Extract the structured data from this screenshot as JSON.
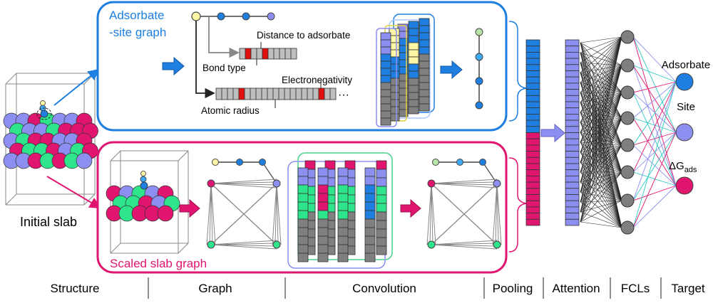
{
  "adsorbate_panel": {
    "title_line1": "Adsorbate",
    "title_line2": "-site graph",
    "distance_label": "Distance to adsorbate",
    "bond_type_label": "Bond type",
    "electronegativity_label": "Electronegativity",
    "atomic_radius_label": "Atomic radius",
    "ellipsis": "···"
  },
  "slab_panel": {
    "title": "Scaled slab graph"
  },
  "structure": {
    "label": "Initial slab"
  },
  "targets": {
    "adsorbate": "Adsorbate",
    "site": "Site",
    "delta_g": "ΔG",
    "delta_g_subscript": "ads"
  },
  "footer": {
    "sections": [
      "Structure",
      "Graph",
      "Convolution",
      "Pooling",
      "Attention",
      "FCLs",
      "Target"
    ]
  },
  "colors": {
    "blue": "#1e7fe0",
    "magenta": "#e0156f",
    "purple": "#8c8ff0",
    "green": "#2ee58c",
    "gray": "#808080",
    "yellow": "#fff7a6",
    "red": "#e01010"
  }
}
